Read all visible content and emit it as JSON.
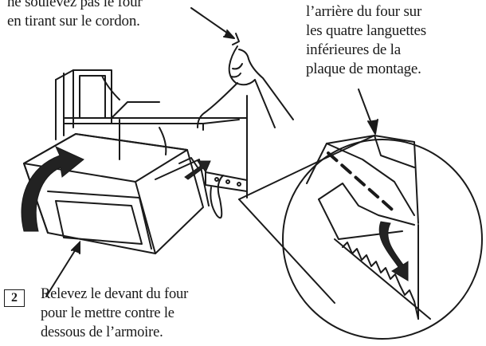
{
  "captions": {
    "top_left": "ne soulevez pas le four\nen tirant sur le cordon.",
    "top_right": "l’arrière du four sur\nles quatre languettes\ninférieures de la\nplaque de montage.",
    "step_number": "2",
    "step_text": "Relevez le devant du four\npour le mettre contre le\ndessous de l’armoire."
  },
  "colors": {
    "ink": "#1a1a1a",
    "arrow_fill": "#222222",
    "paper": "#ffffff"
  }
}
